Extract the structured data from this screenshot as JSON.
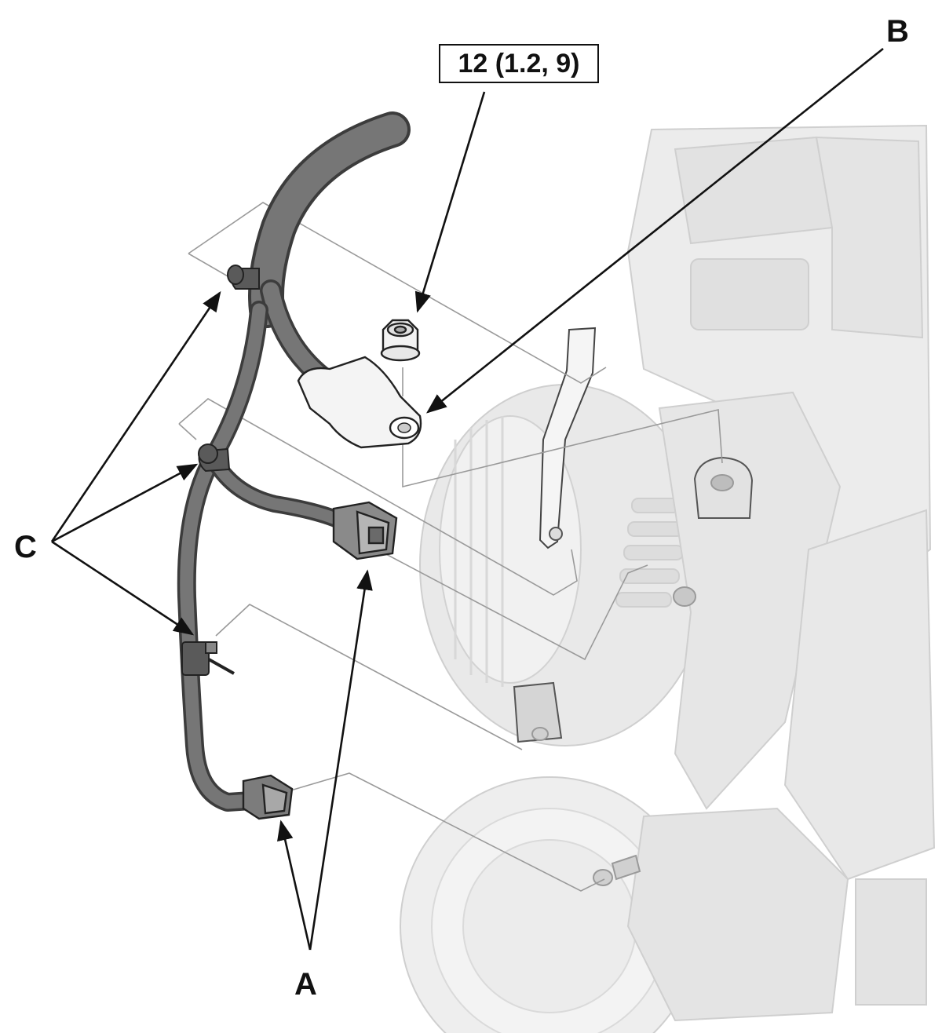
{
  "torque_spec": "12 (1.2, 9)",
  "callouts": {
    "a": "A",
    "b": "B",
    "c": "C"
  },
  "colors": {
    "line": "#111111",
    "engine_fill": "#ececec",
    "engine_edge": "#cfcfcf",
    "harness": "#6a6a6a"
  },
  "parts": {
    "engine": "alternator-engine-assembly",
    "harness": "wire-harness",
    "nut": "flange-nut",
    "terminal": "harness-terminal",
    "connectors": "harness-connector",
    "clips": "harness-clip"
  }
}
